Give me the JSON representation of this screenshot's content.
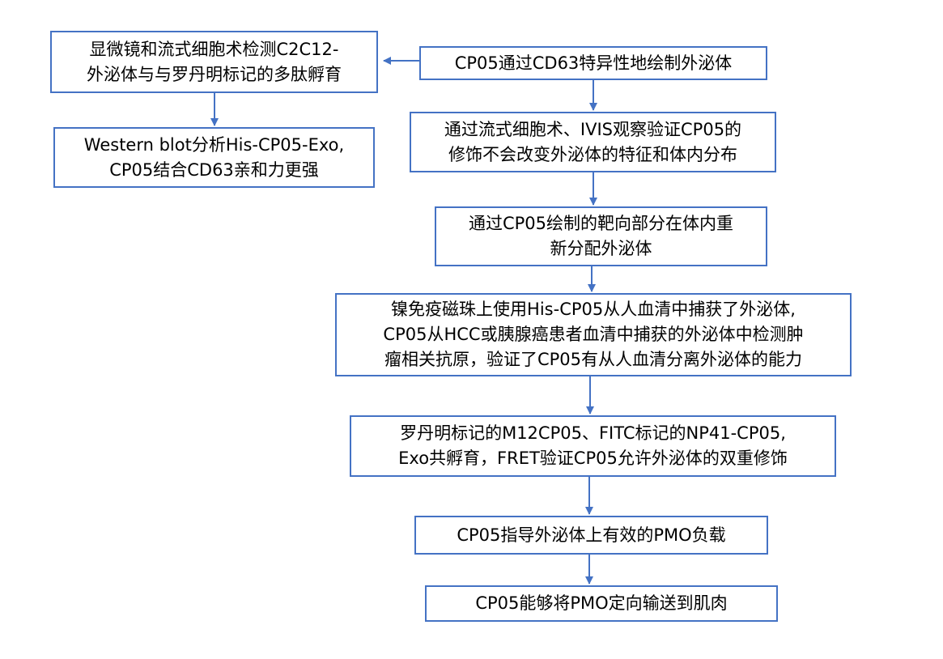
{
  "colors": {
    "border": "#4472c4",
    "arrow": "#4472c4",
    "text": "#000000"
  },
  "nodes": {
    "microscopy": {
      "lines": [
        "显微镜和流式细胞术检测C2C12-",
        "外泌体与与罗丹明标记的多肽孵育"
      ]
    },
    "western": {
      "lines": [
        "Western blot分析His-CP05-Exo,",
        "CP05结合CD63亲和力更强"
      ]
    },
    "cp05_paint": {
      "lines": [
        "CP05通过CD63特异性地绘制外泌体"
      ]
    },
    "flow_ivis": {
      "lines": [
        "通过流式细胞术、IVIS观察验证CP05的",
        "修饰不会改变外泌体的特征和体内分布"
      ]
    },
    "redistribute": {
      "lines": [
        "通过CP05绘制的靶向部分在体内重",
        "新分配外泌体"
      ]
    },
    "capture": {
      "lines": [
        "镍免疫磁珠上使用His-CP05从人血清中捕获了外泌体,",
        "CP05从HCC或胰腺癌患者血清中捕获的外泌体中检测肿",
        "瘤相关抗原，验证了CP05有从人血清分离外泌体的能力"
      ]
    },
    "dual": {
      "lines": [
        "罗丹明标记的M12CP05、FITC标记的NP41-CP05,",
        "Exo共孵育，FRET验证CP05允许外泌体的双重修饰"
      ]
    },
    "pmo_load": {
      "lines": [
        "CP05指导外泌体上有效的PMO负载"
      ]
    },
    "pmo_muscle": {
      "lines": [
        "CP05能够将PMO定向输送到肌肉"
      ]
    }
  }
}
